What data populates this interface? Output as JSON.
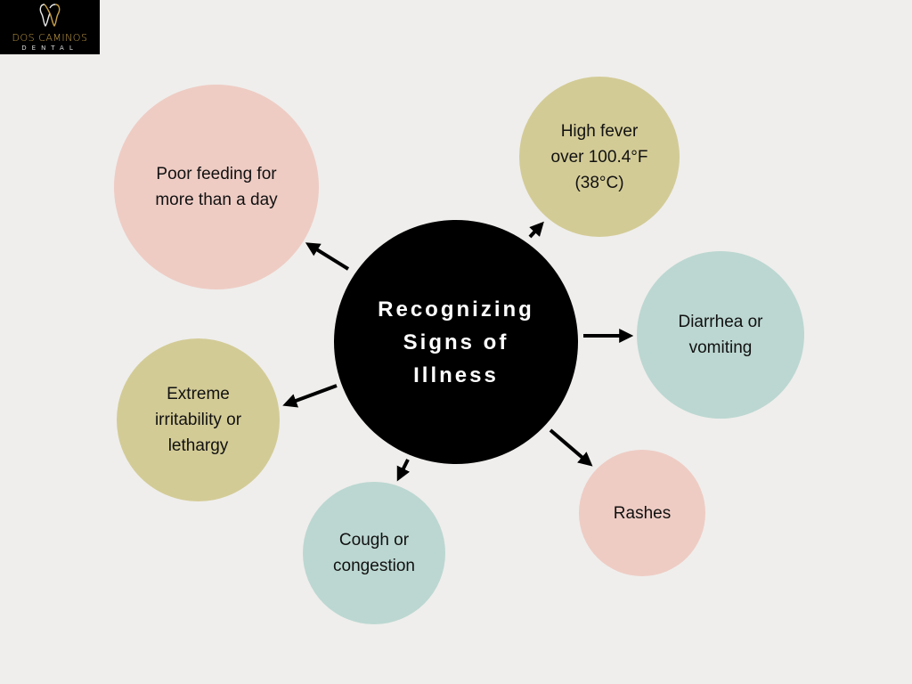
{
  "logo": {
    "name": "DOS CAMINOS",
    "sub": "DENTAL",
    "icon": "tooth-icon"
  },
  "diagram": {
    "center": {
      "label": "Recognizing\nSigns of\nIllness",
      "color": "#000000"
    },
    "nodes": [
      {
        "id": "poor-feeding",
        "label": "Poor feeding for\nmore than a day",
        "color": "#EECCC4"
      },
      {
        "id": "high-fever",
        "label": "High fever\nover 100.4°F\n(38°C)",
        "color": "#D3CB96"
      },
      {
        "id": "diarrhea",
        "label": "Diarrhea or\nvomiting",
        "color": "#BCD7D1"
      },
      {
        "id": "extreme-irritability",
        "label": "Extreme\nirritability or\nlethargy",
        "color": "#D3CB96"
      },
      {
        "id": "cough",
        "label": "Cough or\ncongestion",
        "color": "#BCD7D1"
      },
      {
        "id": "rashes",
        "label": "Rashes",
        "color": "#EECCC4"
      }
    ],
    "edges": [
      {
        "from": "center",
        "to": "poor-feeding"
      },
      {
        "from": "center",
        "to": "high-fever"
      },
      {
        "from": "center",
        "to": "diarrhea"
      },
      {
        "from": "center",
        "to": "extreme-irritability"
      },
      {
        "from": "center",
        "to": "cough"
      },
      {
        "from": "center",
        "to": "rashes"
      }
    ]
  },
  "colors": {
    "background": "#EFEEEC",
    "arrow": "#000000"
  }
}
